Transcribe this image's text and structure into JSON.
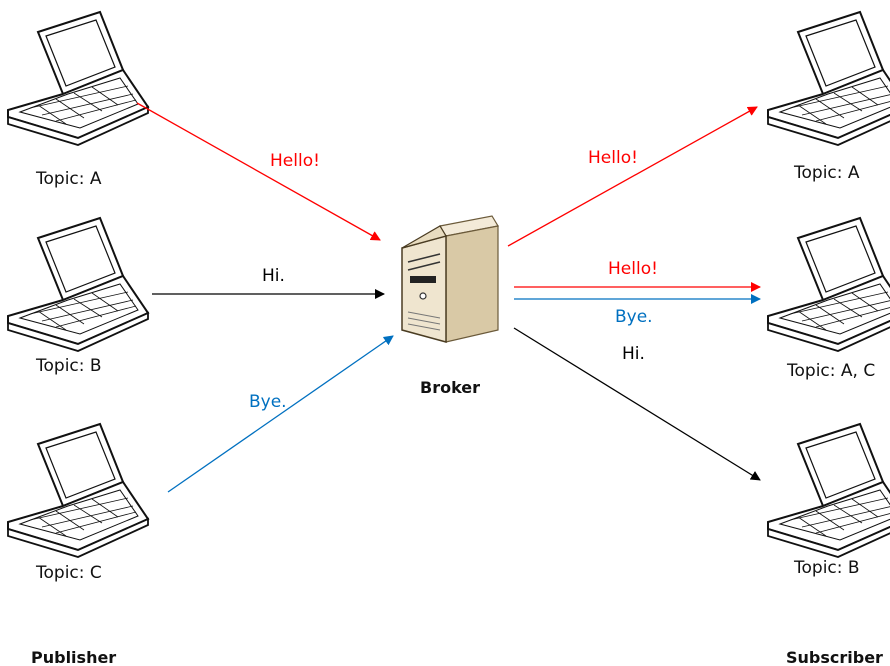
{
  "publishers": [
    {
      "topic": "Topic: A"
    },
    {
      "topic": "Topic: B"
    },
    {
      "topic": "Topic: C"
    }
  ],
  "subscribers": [
    {
      "topic": "Topic: A"
    },
    {
      "topic": "Topic: A, C"
    },
    {
      "topic": "Topic: B"
    }
  ],
  "broker": {
    "label": "Broker"
  },
  "groups": {
    "publisher": "Publisher",
    "subscriber": "Subscriber"
  },
  "messages": {
    "pub_a": "Hello!",
    "pub_b": "Hi.",
    "pub_c": "Bye.",
    "sub_a": "Hello!",
    "sub_ac_1": "Hello!",
    "sub_ac_2": "Bye.",
    "sub_b": "Hi."
  },
  "colors": {
    "topic_a": "#ff0000",
    "topic_b": "#000000",
    "topic_c": "#0070c0"
  }
}
